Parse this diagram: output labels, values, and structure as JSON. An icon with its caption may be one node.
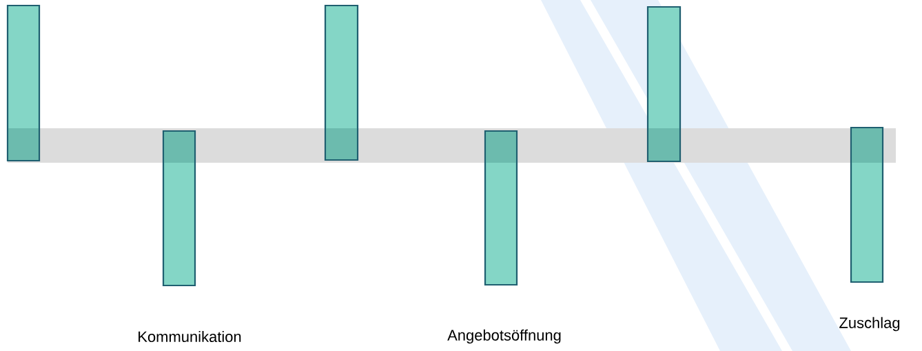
{
  "diagram": {
    "nodes": [
      {
        "text": [],
        "shape": "band"
      },
      {
        "text": [],
        "shape": "bar"
      },
      {
        "text": [],
        "shape": "bar",
        "beside": [
          "Kommunikation"
        ]
      },
      {
        "text": [],
        "shape": "bar"
      },
      {
        "text": [],
        "shape": "bar",
        "beside": [
          "Angebotsöffnung"
        ]
      },
      {
        "text": [],
        "shape": "bar"
      },
      {
        "text": [],
        "shape": "bar",
        "beside": [
          "Zuschlag"
        ]
      }
    ]
  }
}
